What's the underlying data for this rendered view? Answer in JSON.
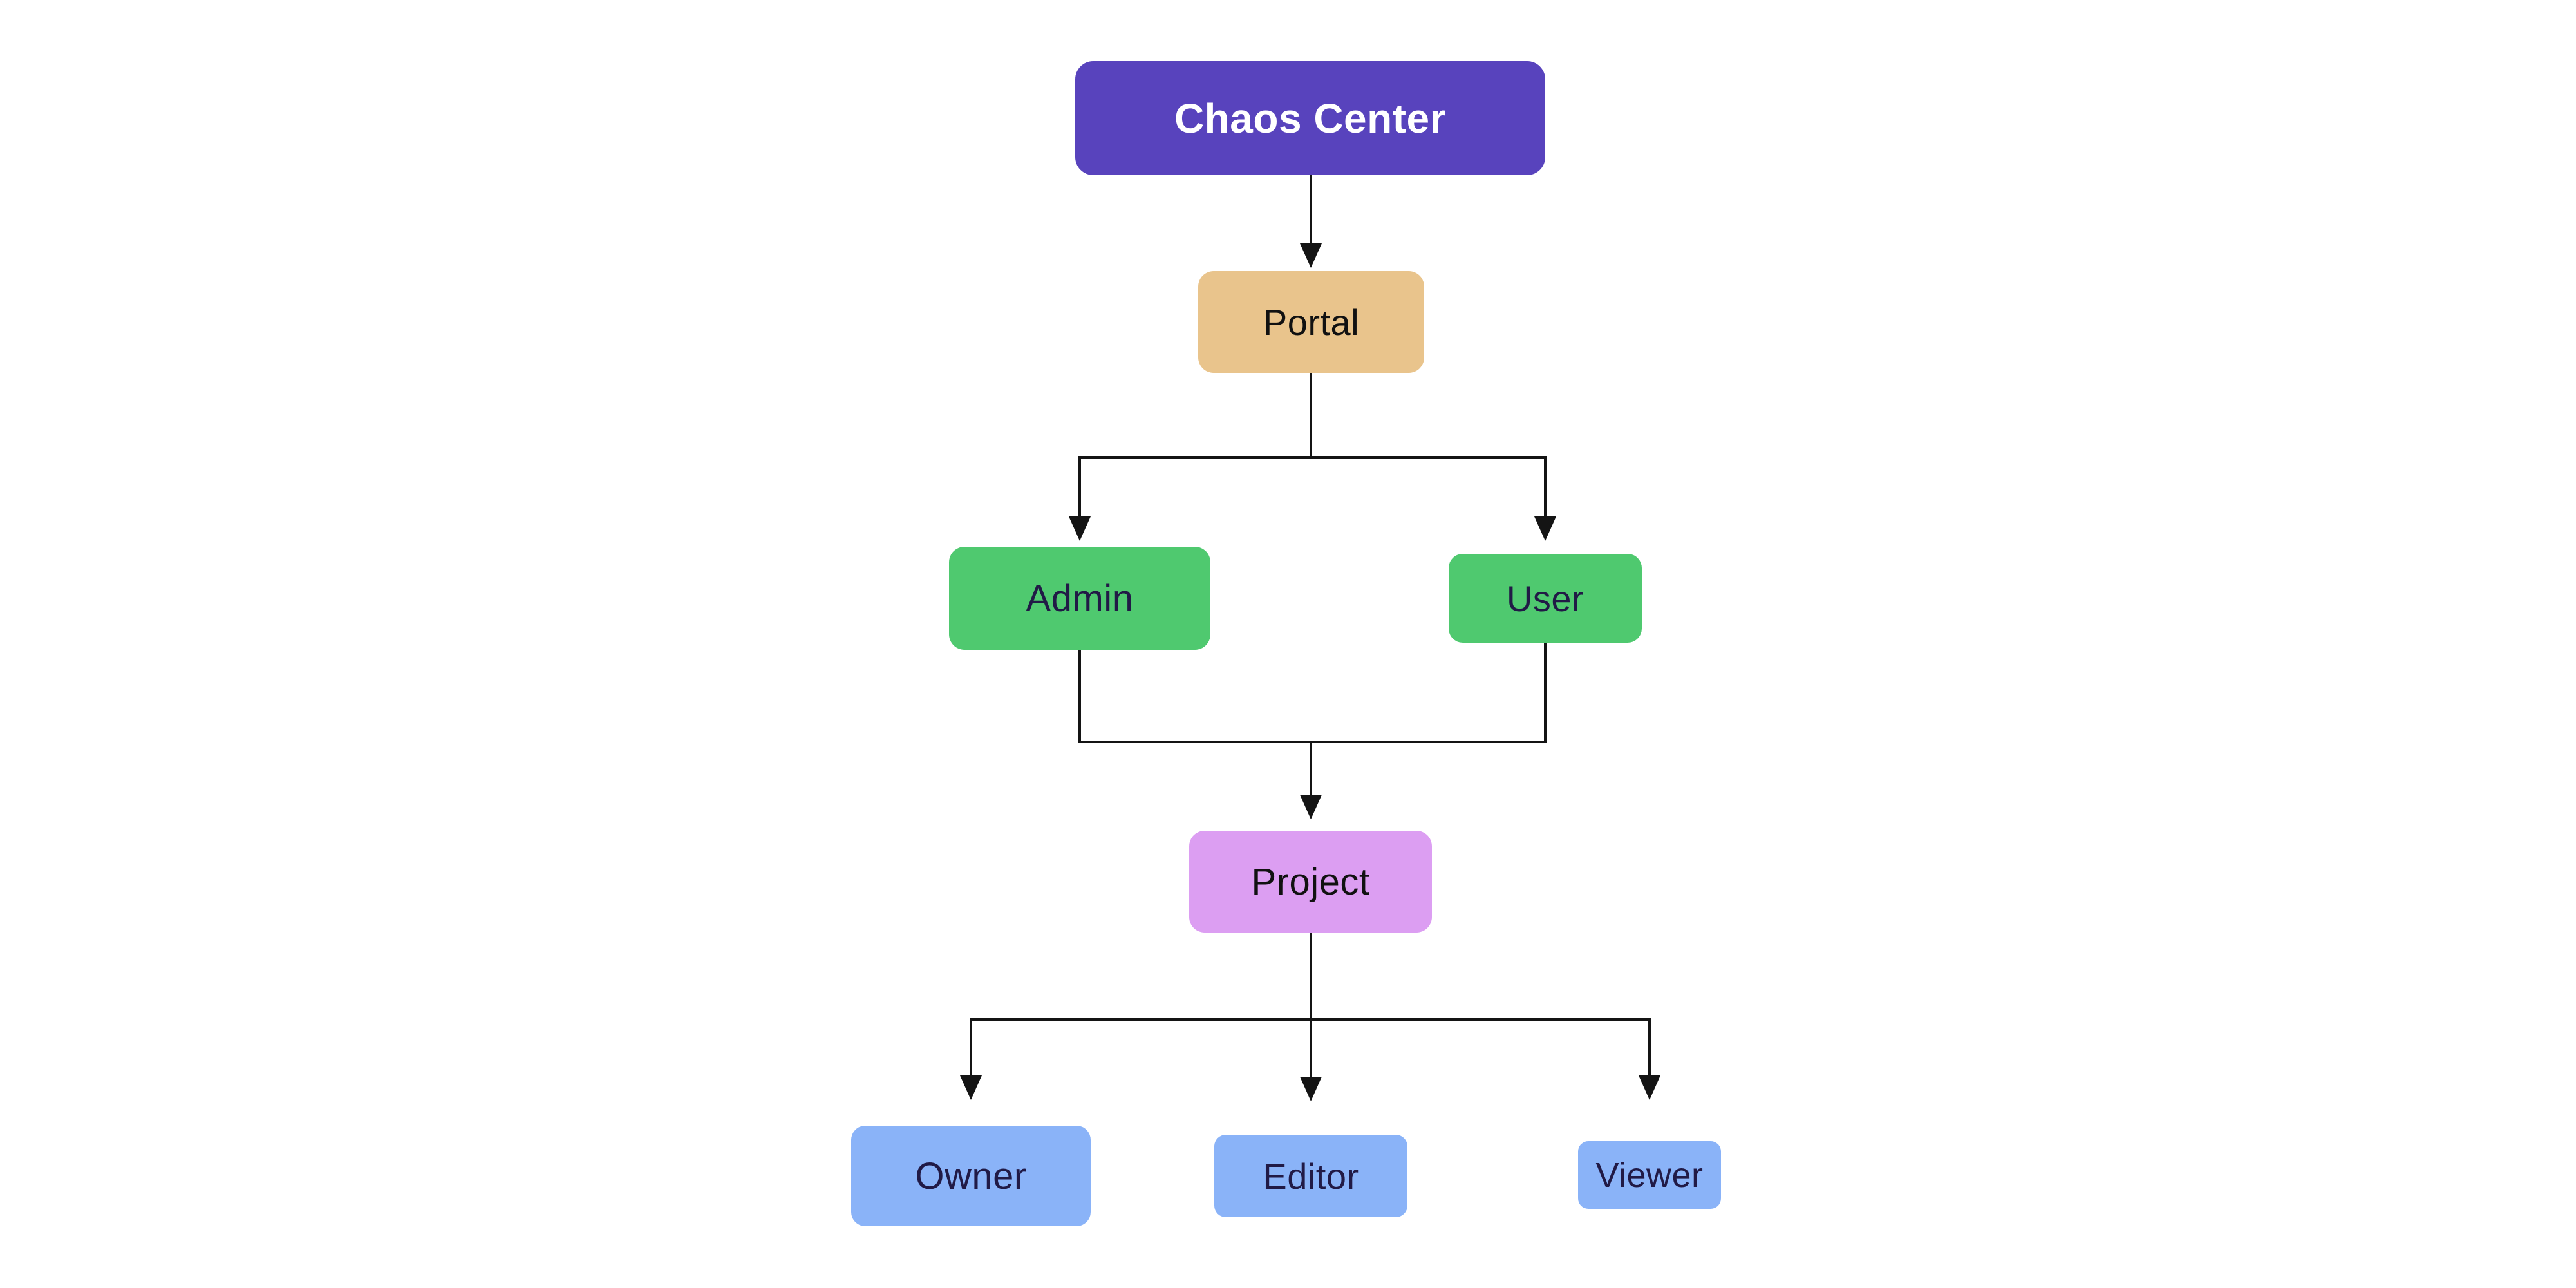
{
  "diagram": {
    "background": "#ffffff",
    "connector_color": "#141414",
    "nodes": {
      "chaos_center": {
        "label": "Chaos Center",
        "fill": "#5843bd",
        "text_color": "#ffffff"
      },
      "portal": {
        "label": "Portal",
        "fill": "#e9c48c",
        "text_color": "#111111"
      },
      "admin": {
        "label": "Admin",
        "fill": "#4fc96f",
        "text_color": "#211a46"
      },
      "user": {
        "label": "User",
        "fill": "#4fc96f",
        "text_color": "#211a46"
      },
      "project": {
        "label": "Project",
        "fill": "#dc9ef2",
        "text_color": "#111111"
      },
      "owner": {
        "label": "Owner",
        "fill": "#8ab3f8",
        "text_color": "#211a46"
      },
      "editor": {
        "label": "Editor",
        "fill": "#8ab3f8",
        "text_color": "#211a46"
      },
      "viewer": {
        "label": "Viewer",
        "fill": "#8ab3f8",
        "text_color": "#211a46"
      }
    },
    "edges": [
      {
        "from": "chaos_center",
        "to": "portal",
        "arrow": true
      },
      {
        "from": "portal",
        "to": "admin",
        "arrow": true
      },
      {
        "from": "portal",
        "to": "user",
        "arrow": true
      },
      {
        "from": "admin",
        "to": "project",
        "arrow": true
      },
      {
        "from": "user",
        "to": "project",
        "arrow": true
      },
      {
        "from": "project",
        "to": "owner",
        "arrow": true
      },
      {
        "from": "project",
        "to": "editor",
        "arrow": true
      },
      {
        "from": "project",
        "to": "viewer",
        "arrow": true
      }
    ]
  }
}
